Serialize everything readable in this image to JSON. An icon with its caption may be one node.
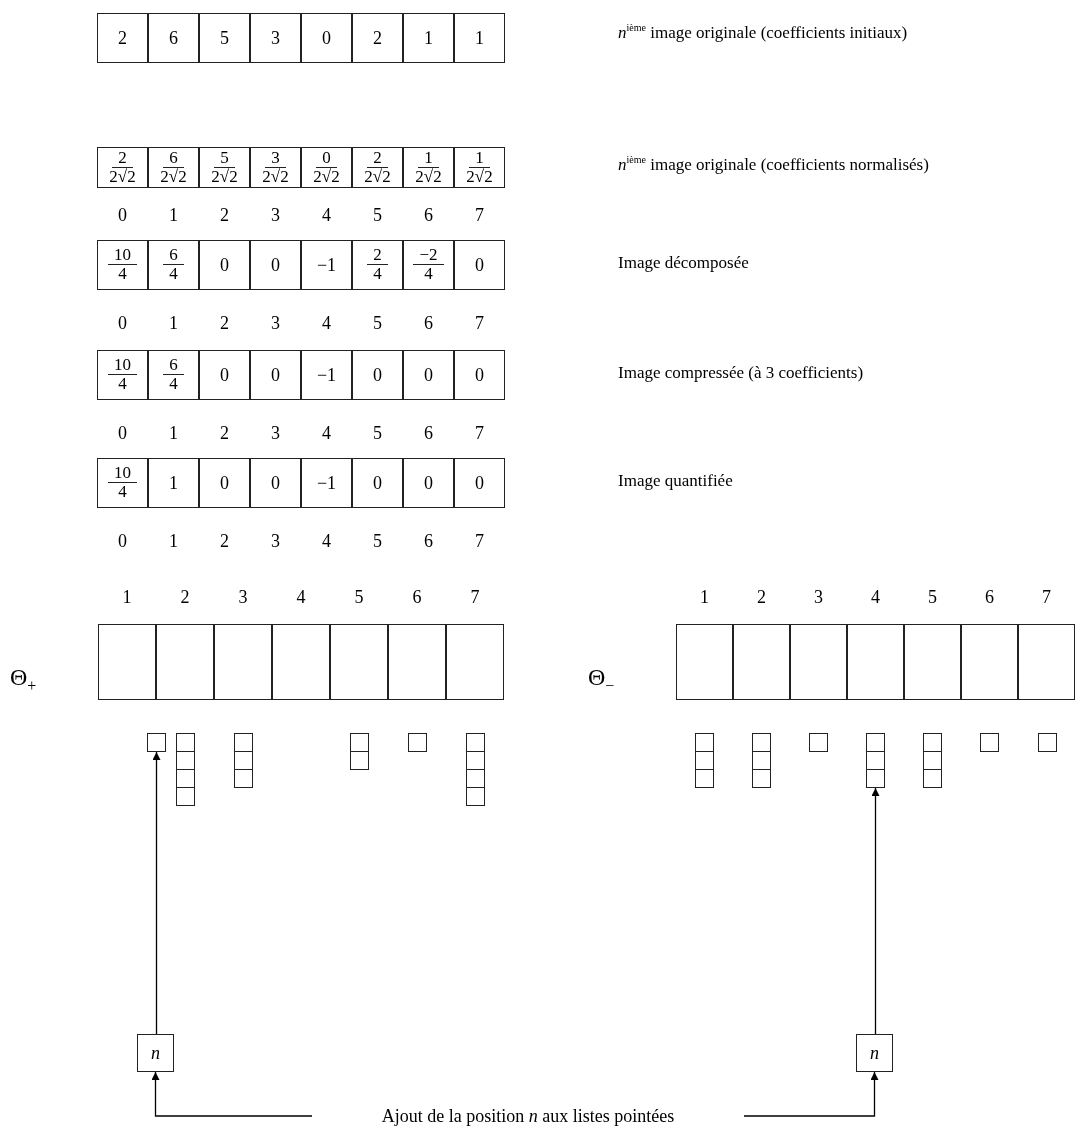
{
  "diagram": {
    "nodes": [
      {
        "text": [
          "2"
        ]
      },
      {
        "text": [
          "6"
        ]
      },
      {
        "text": [
          "5"
        ]
      },
      {
        "text": [
          "3"
        ]
      },
      {
        "text": [
          "0"
        ]
      },
      {
        "text": [
          "2"
        ]
      },
      {
        "text": [
          "1"
        ]
      },
      {
        "text": [
          "1"
        ]
      },
      {
        "text": [
          "2",
          "2√2"
        ],
        "beside": [
          "0"
        ]
      },
      {
        "text": [
          "6",
          "2√2"
        ],
        "beside": [
          "1"
        ]
      },
      {
        "text": [
          "5",
          "2√2"
        ],
        "beside": [
          "2"
        ]
      },
      {
        "text": [
          "3",
          "2√2"
        ],
        "beside": [
          "3"
        ]
      },
      {
        "text": [
          "0",
          "2√2"
        ],
        "beside": [
          "4"
        ]
      },
      {
        "text": [
          "2",
          "2√2"
        ],
        "beside": [
          "5"
        ]
      },
      {
        "text": [
          "1",
          "2√2"
        ],
        "beside": [
          "6"
        ]
      },
      {
        "text": [
          "1",
          "2√2"
        ],
        "beside": [
          "7"
        ]
      },
      {
        "text": [
          "10",
          "4"
        ],
        "beside": [
          "0"
        ]
      },
      {
        "text": [
          "6",
          "4"
        ],
        "beside": [
          "1"
        ]
      },
      {
        "text": [
          "0"
        ],
        "beside": [
          "2"
        ]
      },
      {
        "text": [
          "0"
        ],
        "beside": [
          "3"
        ]
      },
      {
        "text": [
          "−1"
        ],
        "beside": [
          "4"
        ]
      },
      {
        "text": [
          "2",
          "4"
        ],
        "beside": [
          "5"
        ]
      },
      {
        "text": [
          "−2",
          "4"
        ],
        "beside": [
          "6"
        ]
      },
      {
        "text": [
          "0"
        ],
        "beside": [
          "7"
        ]
      },
      {
        "text": [
          "10",
          "4"
        ],
        "beside": [
          "0"
        ]
      },
      {
        "text": [
          "6",
          "4"
        ],
        "beside": [
          "1"
        ]
      },
      {
        "text": [
          "0"
        ],
        "beside": [
          "2"
        ]
      },
      {
        "text": [
          "0"
        ],
        "beside": [
          "3"
        ]
      },
      {
        "text": [
          "−1"
        ],
        "beside": [
          "4"
        ]
      },
      {
        "text": [
          "0"
        ],
        "beside": [
          "5"
        ]
      },
      {
        "text": [
          "0"
        ],
        "beside": [
          "6"
        ]
      },
      {
        "text": [
          "0"
        ],
        "beside": [
          "7"
        ]
      },
      {
        "text": [
          "10",
          "4"
        ],
        "beside": [
          "0"
        ]
      },
      {
        "text": [
          "1"
        ],
        "beside": [
          "1"
        ]
      },
      {
        "text": [
          "0"
        ],
        "beside": [
          "2"
        ]
      },
      {
        "text": [
          "0"
        ],
        "beside": [
          "3"
        ]
      },
      {
        "text": [
          "−1"
        ],
        "beside": [
          "4"
        ]
      },
      {
        "text": [
          "0"
        ],
        "beside": [
          "5"
        ]
      },
      {
        "text": [
          "0"
        ],
        "beside": [
          "6"
        ]
      },
      {
        "text": [
          "0"
        ],
        "beside": [
          "7"
        ]
      },
      {
        "text": [],
        "shape": "box",
        "beside": [
          "1"
        ]
      },
      {
        "text": [],
        "shape": "box",
        "beside": [
          "2"
        ]
      },
      {
        "text": [],
        "shape": "box",
        "beside": [
          "3"
        ]
      },
      {
        "text": [],
        "shape": "box",
        "beside": [
          "4"
        ]
      },
      {
        "text": [],
        "shape": "box",
        "beside": [
          "5"
        ]
      },
      {
        "text": [],
        "shape": "box",
        "beside": [
          "6"
        ]
      },
      {
        "text": [],
        "shape": "box",
        "beside": [
          "7"
        ]
      },
      {
        "text": [],
        "shape": "box",
        "beside": [
          "1"
        ]
      },
      {
        "text": [],
        "shape": "box",
        "beside": [
          "2"
        ]
      },
      {
        "text": [],
        "shape": "box",
        "beside": [
          "3"
        ]
      },
      {
        "text": [],
        "shape": "box",
        "beside": [
          "4"
        ]
      },
      {
        "text": [],
        "shape": "box",
        "beside": [
          "5"
        ]
      },
      {
        "text": [],
        "shape": "box",
        "beside": [
          "6"
        ]
      },
      {
        "text": [],
        "shape": "box",
        "beside": [
          "7"
        ]
      },
      {
        "text": [],
        "shape": "box"
      },
      {
        "text": [],
        "shape": "box"
      },
      {
        "text": [],
        "shape": "box"
      },
      {
        "text": [],
        "shape": "box"
      },
      {
        "text": [],
        "shape": "box"
      },
      {
        "text": [],
        "shape": "box"
      },
      {
        "text": [],
        "shape": "box"
      },
      {
        "text": [],
        "shape": "box"
      },
      {
        "text": [],
        "shape": "box"
      },
      {
        "text": [],
        "shape": "box"
      },
      {
        "text": [],
        "shape": "box"
      },
      {
        "text": [],
        "shape": "box"
      },
      {
        "text": [],
        "shape": "box"
      },
      {
        "text": [],
        "shape": "box"
      },
      {
        "text": [],
        "shape": "box"
      },
      {
        "text": [],
        "shape": "box"
      },
      {
        "text": [],
        "shape": "box"
      },
      {
        "text": [],
        "shape": "box"
      },
      {
        "text": [],
        "shape": "box"
      },
      {
        "text": [],
        "shape": "box"
      },
      {
        "text": [],
        "shape": "box"
      },
      {
        "text": [],
        "shape": "box"
      },
      {
        "text": [],
        "shape": "box"
      },
      {
        "text": [],
        "shape": "box"
      },
      {
        "text": [],
        "shape": "box"
      },
      {
        "text": [],
        "shape": "box"
      },
      {
        "text": [],
        "shape": "box"
      },
      {
        "text": [],
        "shape": "box"
      },
      {
        "text": [],
        "shape": "box"
      },
      {
        "text": [],
        "shape": "box"
      },
      {
        "text": [
          "*n*"
        ]
      },
      {
        "text": [
          "*n*"
        ]
      },
      {
        "text": [
          "Ajout de la position *n* aux listes pointées"
        ]
      }
    ],
    "edges": [
      {
        "from": 84,
        "to": 54,
        "arrow": "to"
      },
      {
        "from": 85,
        "to": 78,
        "arrow": "to"
      },
      {
        "from": 86,
        "to": 84,
        "arrow": "to"
      },
      {
        "from": 86,
        "to": 85,
        "arrow": "to"
      }
    ],
    "labels": [
      "*n*$^{ième}$ image originale (coefficients initiaux)",
      "*n*$^{ième}$ image originale (coefficients normalisés)",
      "Image décomposée",
      "Image compressée (à 3 coefficients)",
      "Image quantifiée",
      "Θ$_{+}$",
      "Θ$_{−}$"
    ]
  }
}
